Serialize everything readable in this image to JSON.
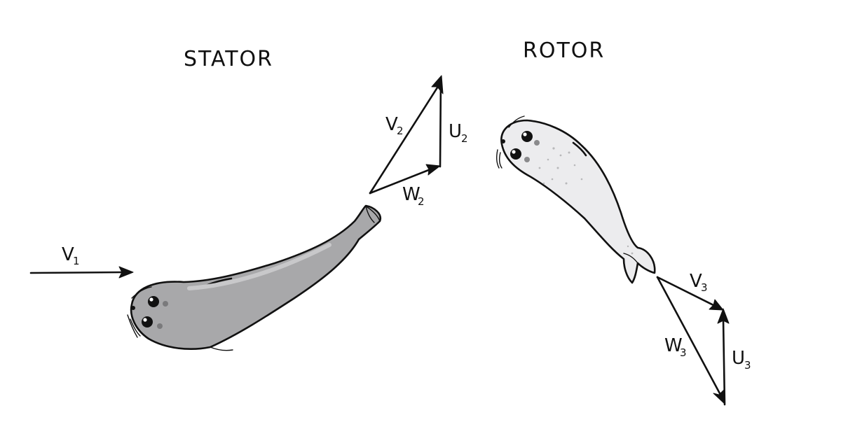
{
  "titles": {
    "stator": "STATOR",
    "rotor": "ROTOR"
  },
  "labels": {
    "v1": {
      "main": "V",
      "sub": "1"
    },
    "v2": {
      "main": "V",
      "sub": "2"
    },
    "u2": {
      "main": "U",
      "sub": "2"
    },
    "w2": {
      "main": "W",
      "sub": "2"
    },
    "v3": {
      "main": "V",
      "sub": "3"
    },
    "w3": {
      "main": "W",
      "sub": "3"
    },
    "u3": {
      "main": "U",
      "sub": "3"
    }
  },
  "colors": {
    "ink": "#111111",
    "stator_seal_body": "#a8a8aa",
    "rotor_seal_body": "#ececee",
    "background": "#ffffff"
  }
}
